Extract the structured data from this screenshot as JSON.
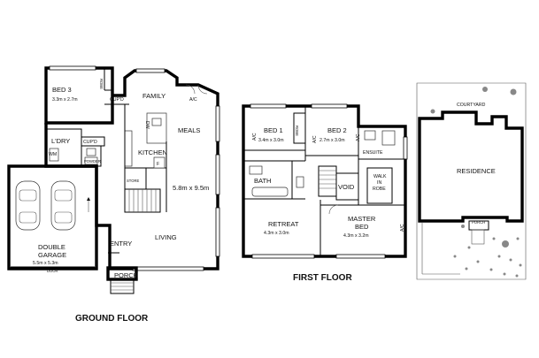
{
  "ground_floor": {
    "title": "GROUND FLOOR",
    "rooms": {
      "bed3": "BED 3",
      "bed3_size": "3.3m x 2.7m",
      "robe": "ROBE",
      "cupd": "CUP'D",
      "family": "FAMILY",
      "ac": "A/C",
      "dw": "DW",
      "meals": "MEALS",
      "ldry": "L'DRY",
      "ldry_cupd": "CUP'D",
      "wm": "WM",
      "powder": "POWDER",
      "kitchen": "KITCHEN",
      "f": "F",
      "store": "STORE",
      "living_size": "5.8m x 9.5m",
      "living": "LIVING",
      "double_garage": "DOUBLE",
      "garage_word": "GARAGE",
      "garage_size": "5.5m x 5.3m",
      "entry": "ENTRY",
      "porch": "PORCH",
      "door_tag": "DOOR"
    }
  },
  "first_floor": {
    "title": "FIRST FLOOR",
    "rooms": {
      "bed1": "BED 1",
      "bed1_size": "3.4m x 3.0m",
      "bed2": "BED 2",
      "bed2_size": "2.7m x 3.0m",
      "robe1": "ROBE",
      "ac_left": "A/C",
      "ac_mid": "A/C",
      "ac_right": "A/C",
      "ensuite": "ENSUITE",
      "bath": "BATH",
      "void": "VOID",
      "walk": "WALK",
      "in": "IN",
      "robe_wir": "ROBE",
      "retreat": "RETREAT",
      "retreat_size": "4.3m x 3.0m",
      "master": "MASTER",
      "bed": "BED",
      "master_size": "4.3m x 3.2m",
      "ac_master": "A/C"
    }
  },
  "site_plan": {
    "courtyard": "COURTYARD",
    "residence": "RESIDENCE",
    "porch": "PORCH"
  }
}
